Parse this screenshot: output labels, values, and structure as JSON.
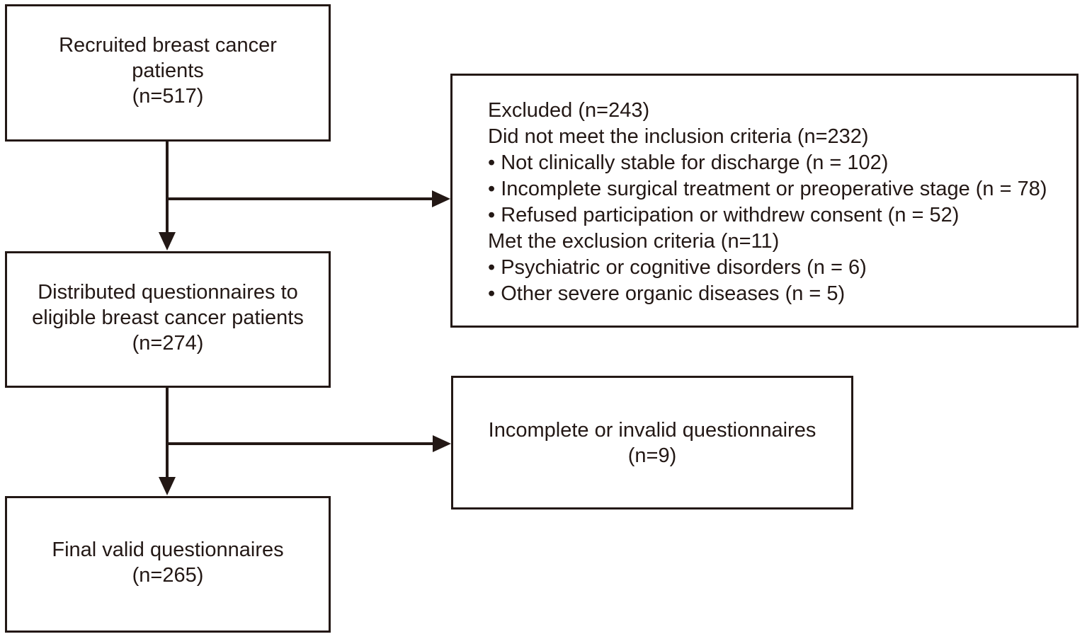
{
  "figure": {
    "type": "flowchart",
    "orientation": "top-to-bottom",
    "colors": {
      "stroke": "#231815",
      "background": "#ffffff",
      "text": "#231815"
    }
  },
  "nodes": {
    "recruited": {
      "label": "Recruited breast cancer\npatients\n(n=517)",
      "count_label": "(n=517)",
      "count": 517
    },
    "distributed": {
      "label": "Distributed questionnaires to\neligible breast cancer patients\n(n=274)",
      "count_label": "(n=274)",
      "count": 274
    },
    "final_valid": {
      "label": "Final valid questionnaires\n(n=265)",
      "count_label": "(n=265)",
      "count": 265
    },
    "incomplete_invalid": {
      "label": "Incomplete or invalid questionnaires\n(n=9)",
      "count_label": "(n=9)",
      "count": 9
    }
  },
  "excluded_box": {
    "lines": [
      "Excluded (n=243)",
      "Did not meet the inclusion criteria (n=232)",
      "• Not clinically stable for discharge (n = 102)",
      "• Incomplete surgical treatment or preoperative stage (n = 78)",
      "• Refused participation or withdrew consent (n = 52)",
      "Met the exclusion criteria (n=11)",
      "• Psychiatric or cognitive disorders (n = 6)",
      "• Other severe organic diseases (n = 5)"
    ],
    "totals": {
      "excluded": 243,
      "did_not_meet_inclusion": 232,
      "not_clinically_stable": 102,
      "incomplete_surgical_or_preoperative": 78,
      "refused_or_withdrew": 52,
      "met_exclusion": 11,
      "psychiatric_or_cognitive": 6,
      "other_severe_organic": 5
    }
  },
  "connectors": [
    {
      "name": "recruited-to-distributed",
      "kind": "arrow-down"
    },
    {
      "name": "recruited-to-excluded",
      "kind": "arrow-right"
    },
    {
      "name": "distributed-to-final",
      "kind": "arrow-down"
    },
    {
      "name": "distributed-to-incomplete",
      "kind": "arrow-right"
    }
  ]
}
